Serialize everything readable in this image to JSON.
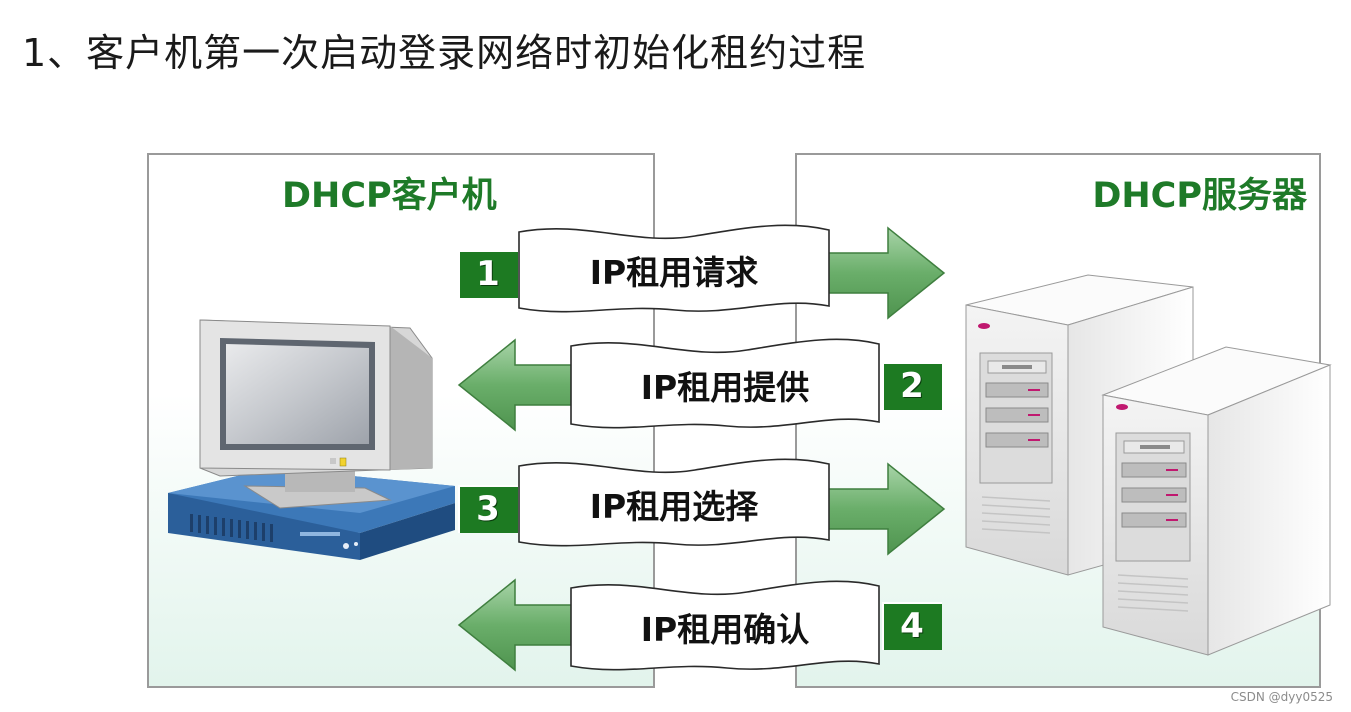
{
  "page": {
    "title": "1、客户机第一次启动登录网络时初始化租约过程"
  },
  "client": {
    "title": "DHCP客户机",
    "device": "desktop-computer-icon"
  },
  "server": {
    "title": "DHCP服务器",
    "device": "server-tower-icon"
  },
  "steps": [
    {
      "number": "1",
      "label": "IP租用请求",
      "direction": "client-to-server"
    },
    {
      "number": "2",
      "label": "IP租用提供",
      "direction": "server-to-client"
    },
    {
      "number": "3",
      "label": "IP租用选择",
      "direction": "client-to-server"
    },
    {
      "number": "4",
      "label": "IP租用确认",
      "direction": "server-to-client"
    }
  ],
  "colors": {
    "accent": "#1e7a28",
    "arrow": "#7fb87f",
    "badge": "#1d7a22"
  },
  "watermark": "CSDN @dyy0525"
}
